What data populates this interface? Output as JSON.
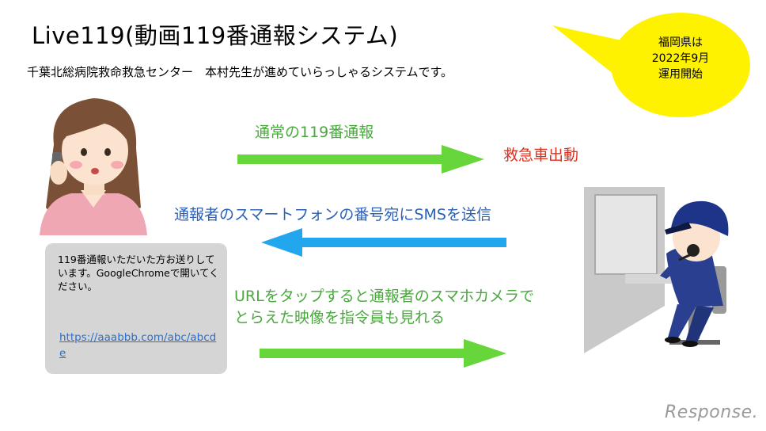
{
  "header": {
    "title": "Live119(動画119番通報システム)",
    "subtitle": "千葉北総病院救命救急センター　本村先生が進めていらっしゃるシステムです。"
  },
  "bubble": {
    "lines": [
      "福岡県は",
      "2022年9月",
      "運用開始"
    ]
  },
  "flow": {
    "normal_call": "通常の119番通報",
    "dispatch": "救急車出動",
    "sms_send": "通報者のスマートフォンの番号宛にSMSを送信",
    "url_tap_line1": "URLをタップすると通報者のスマホカメラで",
    "url_tap_line2": "とらえた映像を指令員も見れる"
  },
  "sms": {
    "body": "119番通報いただいた方お送りしています。GoogleChromeで開いてください。",
    "link": "https://aaabbb.com/abc/abcde"
  },
  "watermark": "Response.",
  "colors": {
    "green_arrow": "#66d63a",
    "blue_arrow": "#22a6ee",
    "bubble": "#fff200",
    "dispatch_text": "#e0301e",
    "sms_text": "#2a60b8"
  },
  "icons": [
    "caller-woman-icon",
    "dispatcher-operator-icon",
    "speech-bubble-icon"
  ]
}
